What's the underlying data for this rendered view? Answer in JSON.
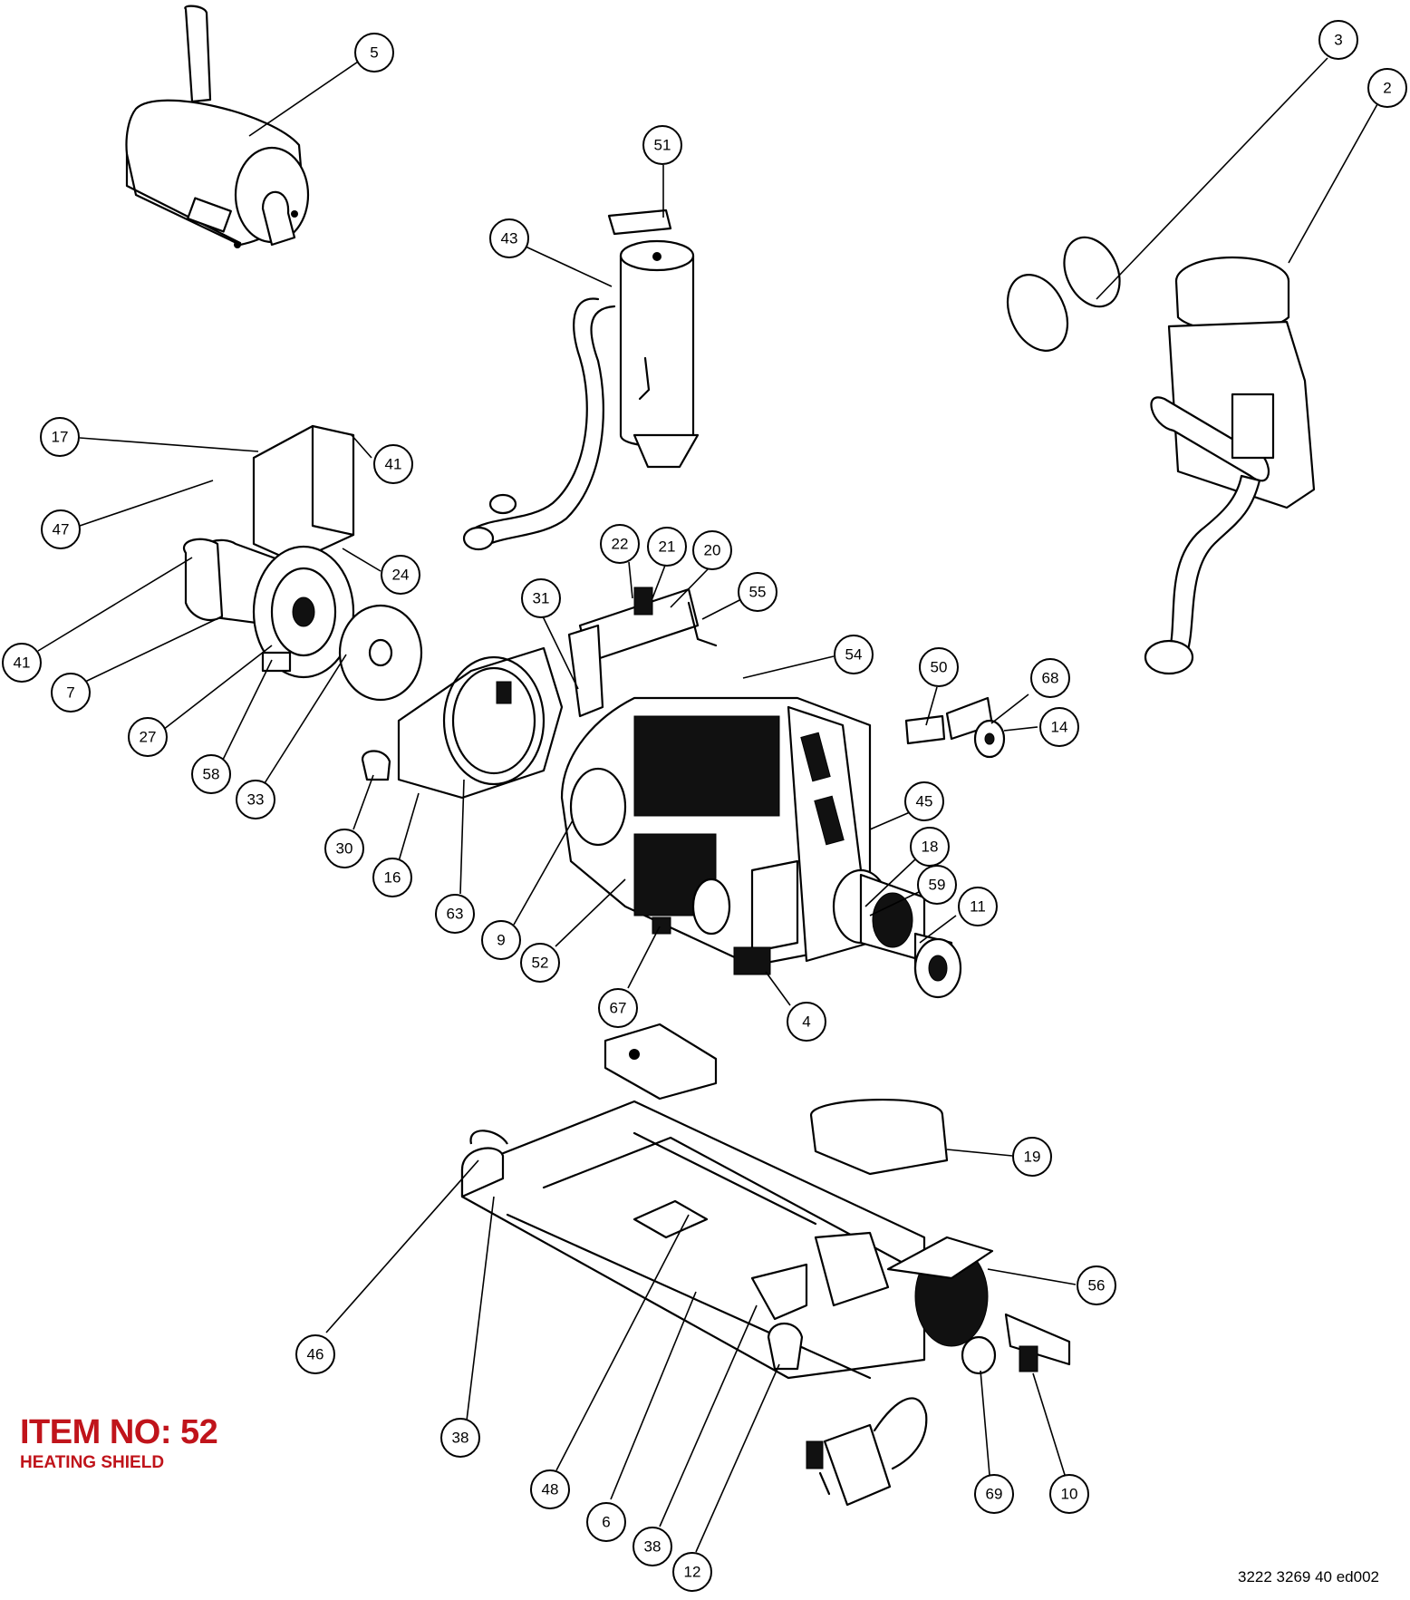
{
  "diagram": {
    "item_label": "ITEM NO: 52",
    "item_name": "HEATING SHIELD",
    "document_id": "3222 3269 40 ed002",
    "callouts": [
      "5",
      "51",
      "43",
      "3",
      "2",
      "17",
      "41",
      "47",
      "24",
      "22",
      "21",
      "20",
      "55",
      "31",
      "54",
      "50",
      "68",
      "14",
      "41",
      "7",
      "27",
      "58",
      "33",
      "30",
      "16",
      "63",
      "45",
      "18",
      "59",
      "11",
      "9",
      "52",
      "67",
      "4",
      "19",
      "56",
      "46",
      "38",
      "48",
      "6",
      "38",
      "12",
      "69",
      "10"
    ]
  }
}
